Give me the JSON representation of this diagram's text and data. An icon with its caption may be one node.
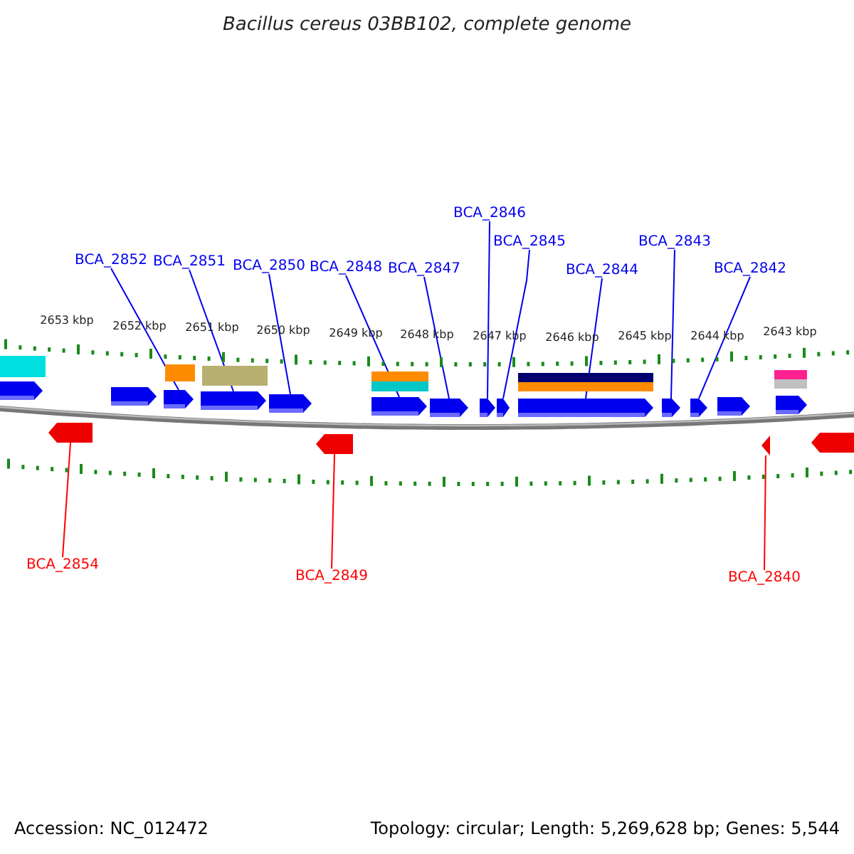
{
  "diagram": {
    "title": "Bacillus cereus 03BB102, complete genome",
    "nodes": [
      {
        "text": [
          "BCA_2846"
        ]
      },
      {
        "text": [
          "BCA_2845"
        ]
      },
      {
        "text": [
          "BCA_2843"
        ]
      },
      {
        "text": [
          "BCA_2852"
        ]
      },
      {
        "text": [
          "BCA_2851"
        ]
      },
      {
        "text": [
          "BCA_2850"
        ]
      },
      {
        "text": [
          "BCA_2848"
        ]
      },
      {
        "text": [
          "BCA_2847"
        ]
      },
      {
        "text": [
          "BCA_2844"
        ]
      },
      {
        "text": [
          "BCA_2842"
        ]
      },
      {
        "text": [
          "BCA_2854"
        ]
      },
      {
        "text": [
          "BCA_2849"
        ]
      },
      {
        "text": [
          "BCA_2840"
        ]
      },
      {
        "text": [],
        "shape": "box"
      },
      {
        "text": [],
        "shape": "box"
      },
      {
        "text": [],
        "shape": "box"
      },
      {
        "text": [],
        "shape": "box"
      },
      {
        "text": [],
        "shape": "box"
      },
      {
        "text": [],
        "shape": "box"
      },
      {
        "text": [],
        "shape": "box"
      },
      {
        "text": [],
        "shape": "box"
      },
      {
        "text": [],
        "shape": "box"
      },
      {
        "text": [],
        "shape": "box"
      },
      {
        "text": [],
        "shape": "box"
      },
      {
        "text": [],
        "shape": "box"
      },
      {
        "text": [],
        "shape": "box"
      },
      {
        "text": [],
        "shape": "box"
      },
      {
        "text": [],
        "shape": "box"
      },
      {
        "text": [],
        "shape": "box"
      },
      {
        "text": [],
        "shape": "box"
      },
      {
        "text": [],
        "shape": "box"
      }
    ],
    "edges": [
      {
        "from": 0,
        "to": 22,
        "arrow": "none"
      },
      {
        "from": 1,
        "to": 23,
        "arrow": "none"
      },
      {
        "from": 2,
        "to": 25,
        "arrow": "none"
      },
      {
        "from": 3,
        "to": 16,
        "arrow": "none"
      },
      {
        "from": 4,
        "to": 17,
        "arrow": "none"
      },
      {
        "from": 5,
        "to": 18,
        "arrow": "none"
      },
      {
        "from": 6,
        "to": 20,
        "arrow": "none"
      },
      {
        "from": 7,
        "to": 21,
        "arrow": "none"
      },
      {
        "from": 8,
        "to": 24,
        "arrow": "none"
      },
      {
        "from": 9,
        "to": 26,
        "arrow": "none"
      },
      {
        "from": 10,
        "to": 14,
        "arrow": "none",
        "color": "#ff0000"
      },
      {
        "from": 11,
        "to": 19,
        "arrow": "none",
        "color": "#ff0000"
      },
      {
        "from": 12,
        "to": 28,
        "arrow": "none",
        "color": "#ff0000"
      }
    ],
    "labels": [
      "2653 kbp",
      "2652 kbp",
      "2651 kbp",
      "2650 kbp",
      "2649 kbp",
      "2648 kbp",
      "2647 kbp",
      "2646 kbp",
      "2645 kbp",
      "2644 kbp",
      "2643 kbp",
      "Accession: NC_012472",
      "Topology: circular; Length: 5,269,628 bp; Genes: 5,544"
    ]
  }
}
